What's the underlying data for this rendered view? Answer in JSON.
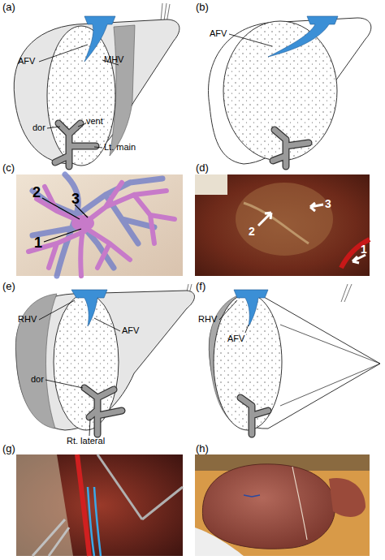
{
  "diagram": {
    "labels": [
      "(a)",
      "AFV",
      "MHV",
      "dor",
      "vent",
      "Lt. main",
      "(b)",
      "AFV",
      "(c)",
      "2",
      "3",
      "1",
      "(d)",
      "2",
      "3",
      "1",
      "(e)",
      "RHV",
      "AFV",
      "dor",
      "Rt. lateral",
      "(f)",
      "RHV",
      "AFV",
      "(g)",
      "(h)"
    ]
  }
}
